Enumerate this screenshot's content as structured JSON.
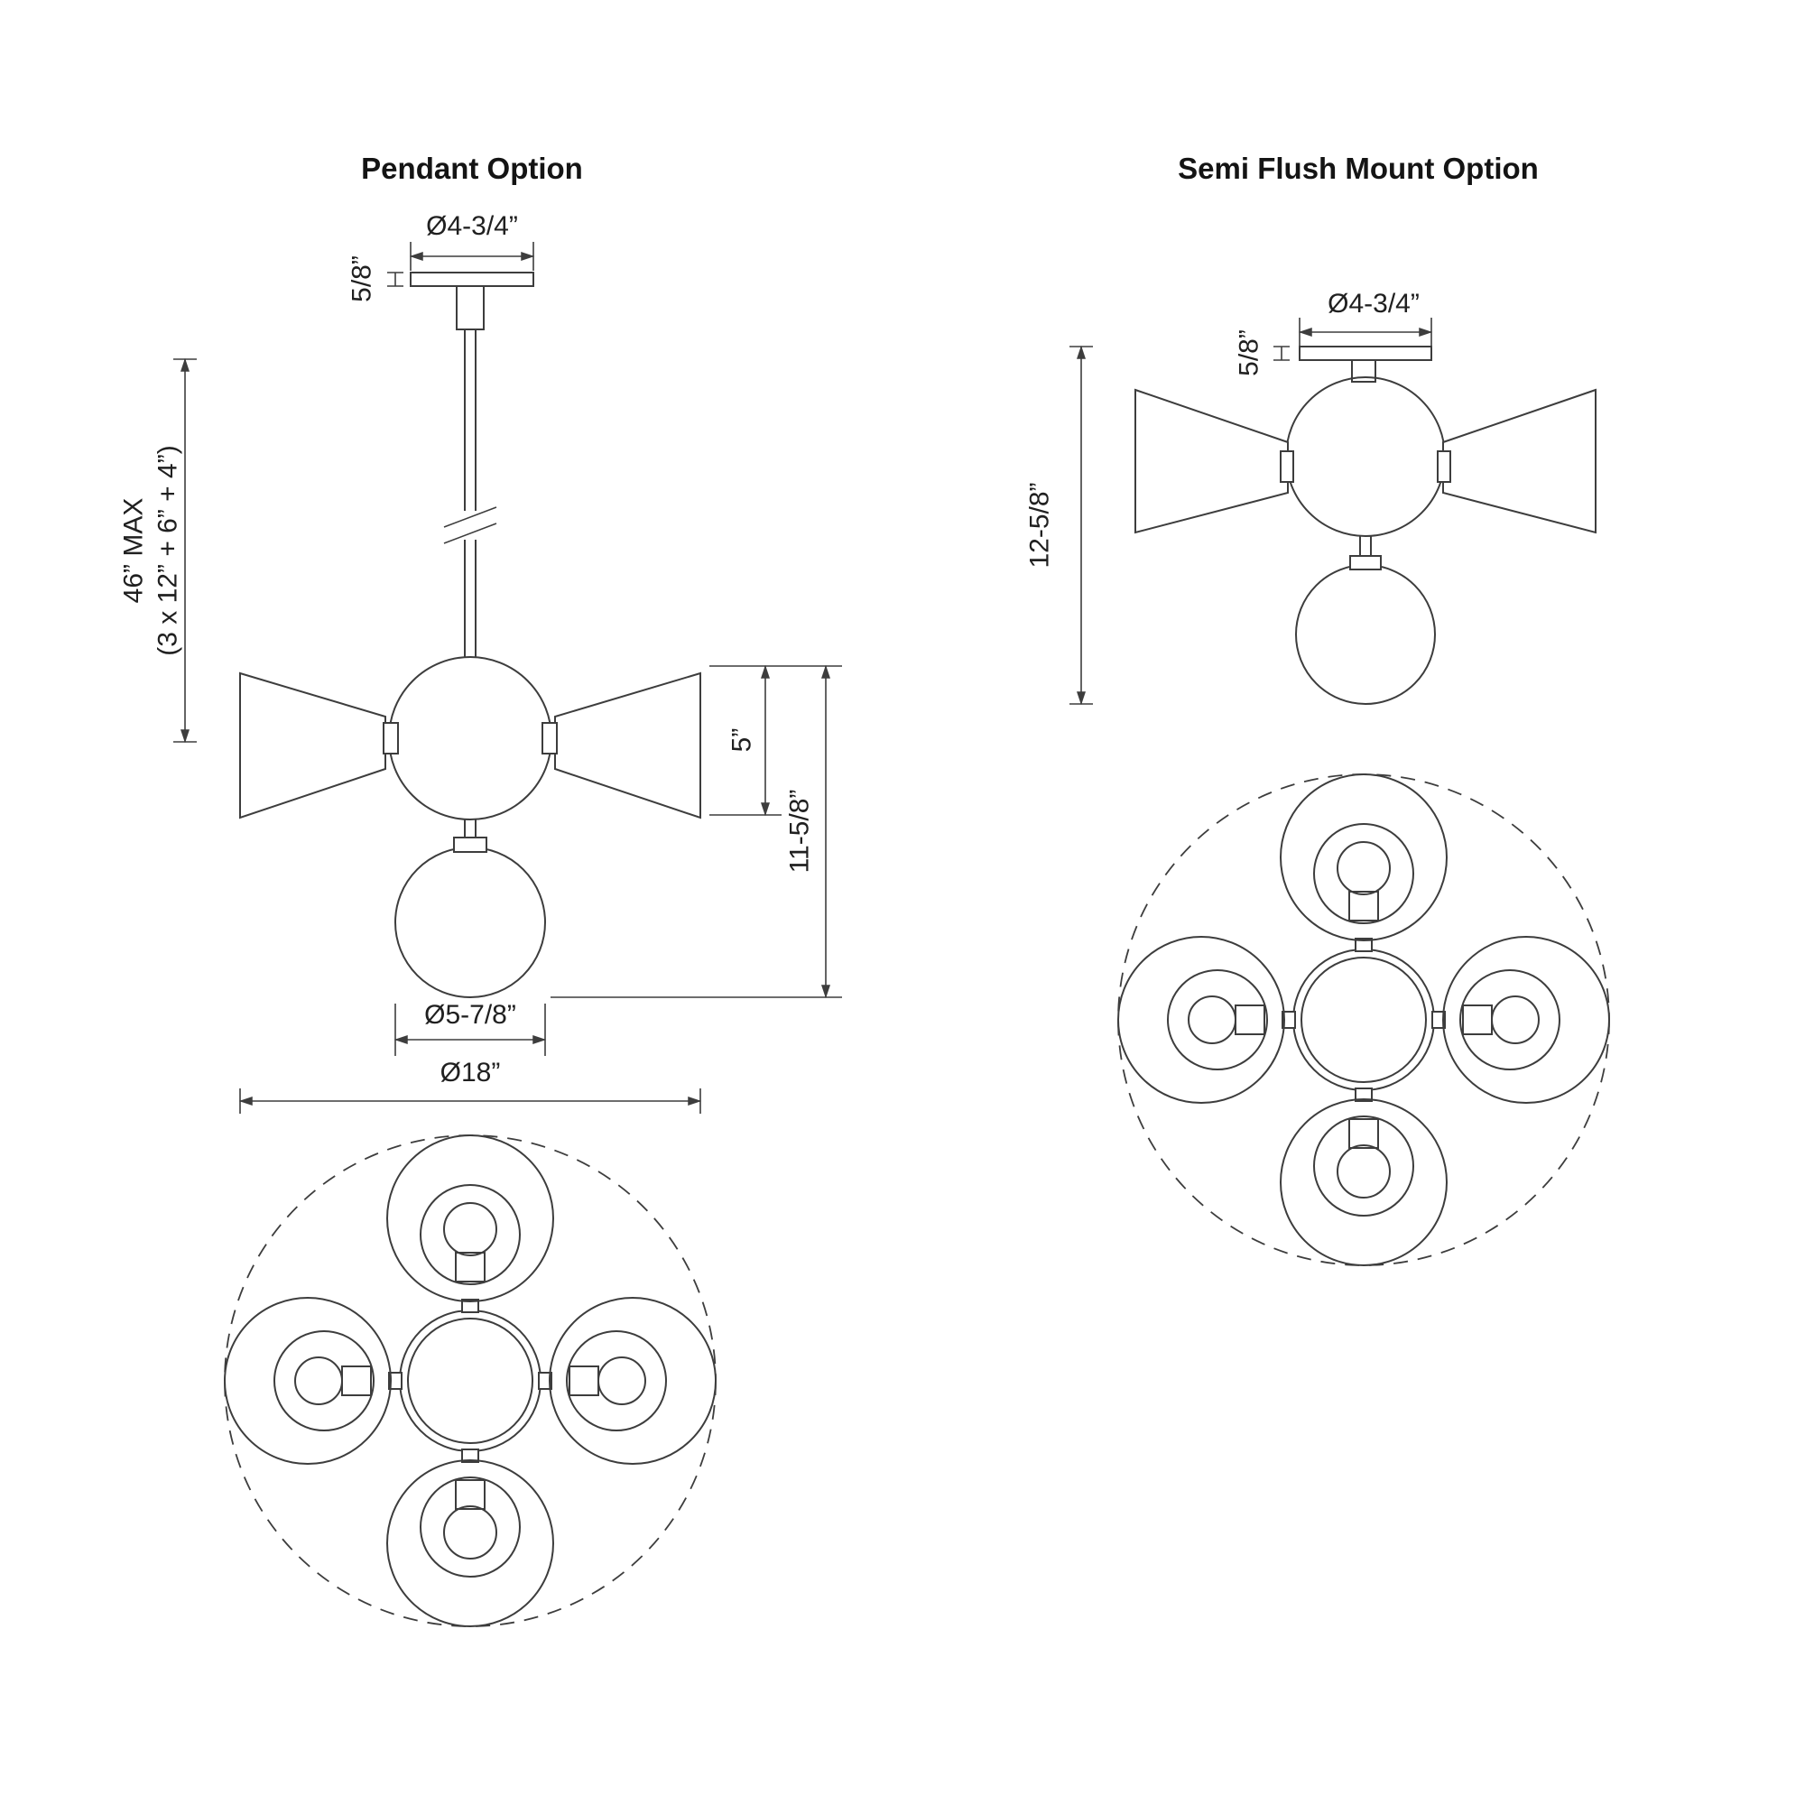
{
  "pendant": {
    "title": "Pendant Option",
    "dims": {
      "canopy_diameter": "Ø4-3/4”",
      "canopy_thickness": "5/8”",
      "max_drop_line1": "46” MAX",
      "max_drop_line2": "(3 x 12” + 6” + 4”)",
      "globe_section_height": "5”",
      "fixture_height": "11-5/8”",
      "globe_diameter": "Ø5-7/8”",
      "overall_diameter": "Ø18”"
    }
  },
  "semi_flush": {
    "title": "Semi Flush Mount Option",
    "dims": {
      "canopy_diameter": "Ø4-3/4”",
      "canopy_thickness": "5/8”",
      "fixture_height": "12-5/8”"
    }
  },
  "colors": {
    "line": "#3d3d3d",
    "text": "#202020",
    "background": "#ffffff"
  }
}
